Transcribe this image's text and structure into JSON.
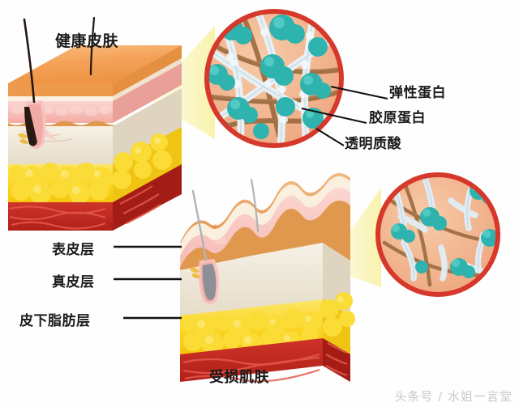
{
  "figure": {
    "kind": "skin-cross-section-infographic",
    "background_color": "#ffffff"
  },
  "healthy_panel": {
    "title": "健康皮肤",
    "hairs": 2
  },
  "damaged_panel": {
    "caption": "受损肌肤"
  },
  "left_labels": [
    {
      "text": "表皮层"
    },
    {
      "text": "真皮层"
    },
    {
      "text": "皮下脂肪层"
    }
  ],
  "right_labels": [
    {
      "text": "弹性蛋白"
    },
    {
      "text": "胶原蛋白"
    },
    {
      "text": "透明质酸"
    }
  ],
  "watermark": {
    "text": "头条号 / 水姐一言堂"
  },
  "colors": {
    "epidermis_top": "#F4A259",
    "epidermis_top_light": "#F7B977",
    "epidermis_side": "#E08A3C",
    "pink_layer": "#F8C2BE",
    "pink_layer_dark": "#EFA79F",
    "dermis": "#EDE6D6",
    "dermis_side": "#DCD2BE",
    "fat_yellow": "#FBD420",
    "fat_yellow_light": "#FDE95C",
    "fat_side": "#E8B810",
    "muscle_red": "#C7281F",
    "muscle_red_dark": "#A41C16",
    "muscle_stripe": "#E4584C",
    "magnifier_ring": "#D6382B",
    "magnifier_bg": "#F0AF86",
    "cone_yellow": "#FAF5B8",
    "hyaluronic_teal": "#2FB3AE",
    "collagen_white": "#E8F2F7",
    "elastin_brown": "#9C6B3F",
    "hair_dark": "#2A1A14",
    "hair_grey": "#AFB4B8",
    "leader_line": "#111111",
    "label_text": "#1b1b1b",
    "watermark_text": "#c9c9c9"
  }
}
